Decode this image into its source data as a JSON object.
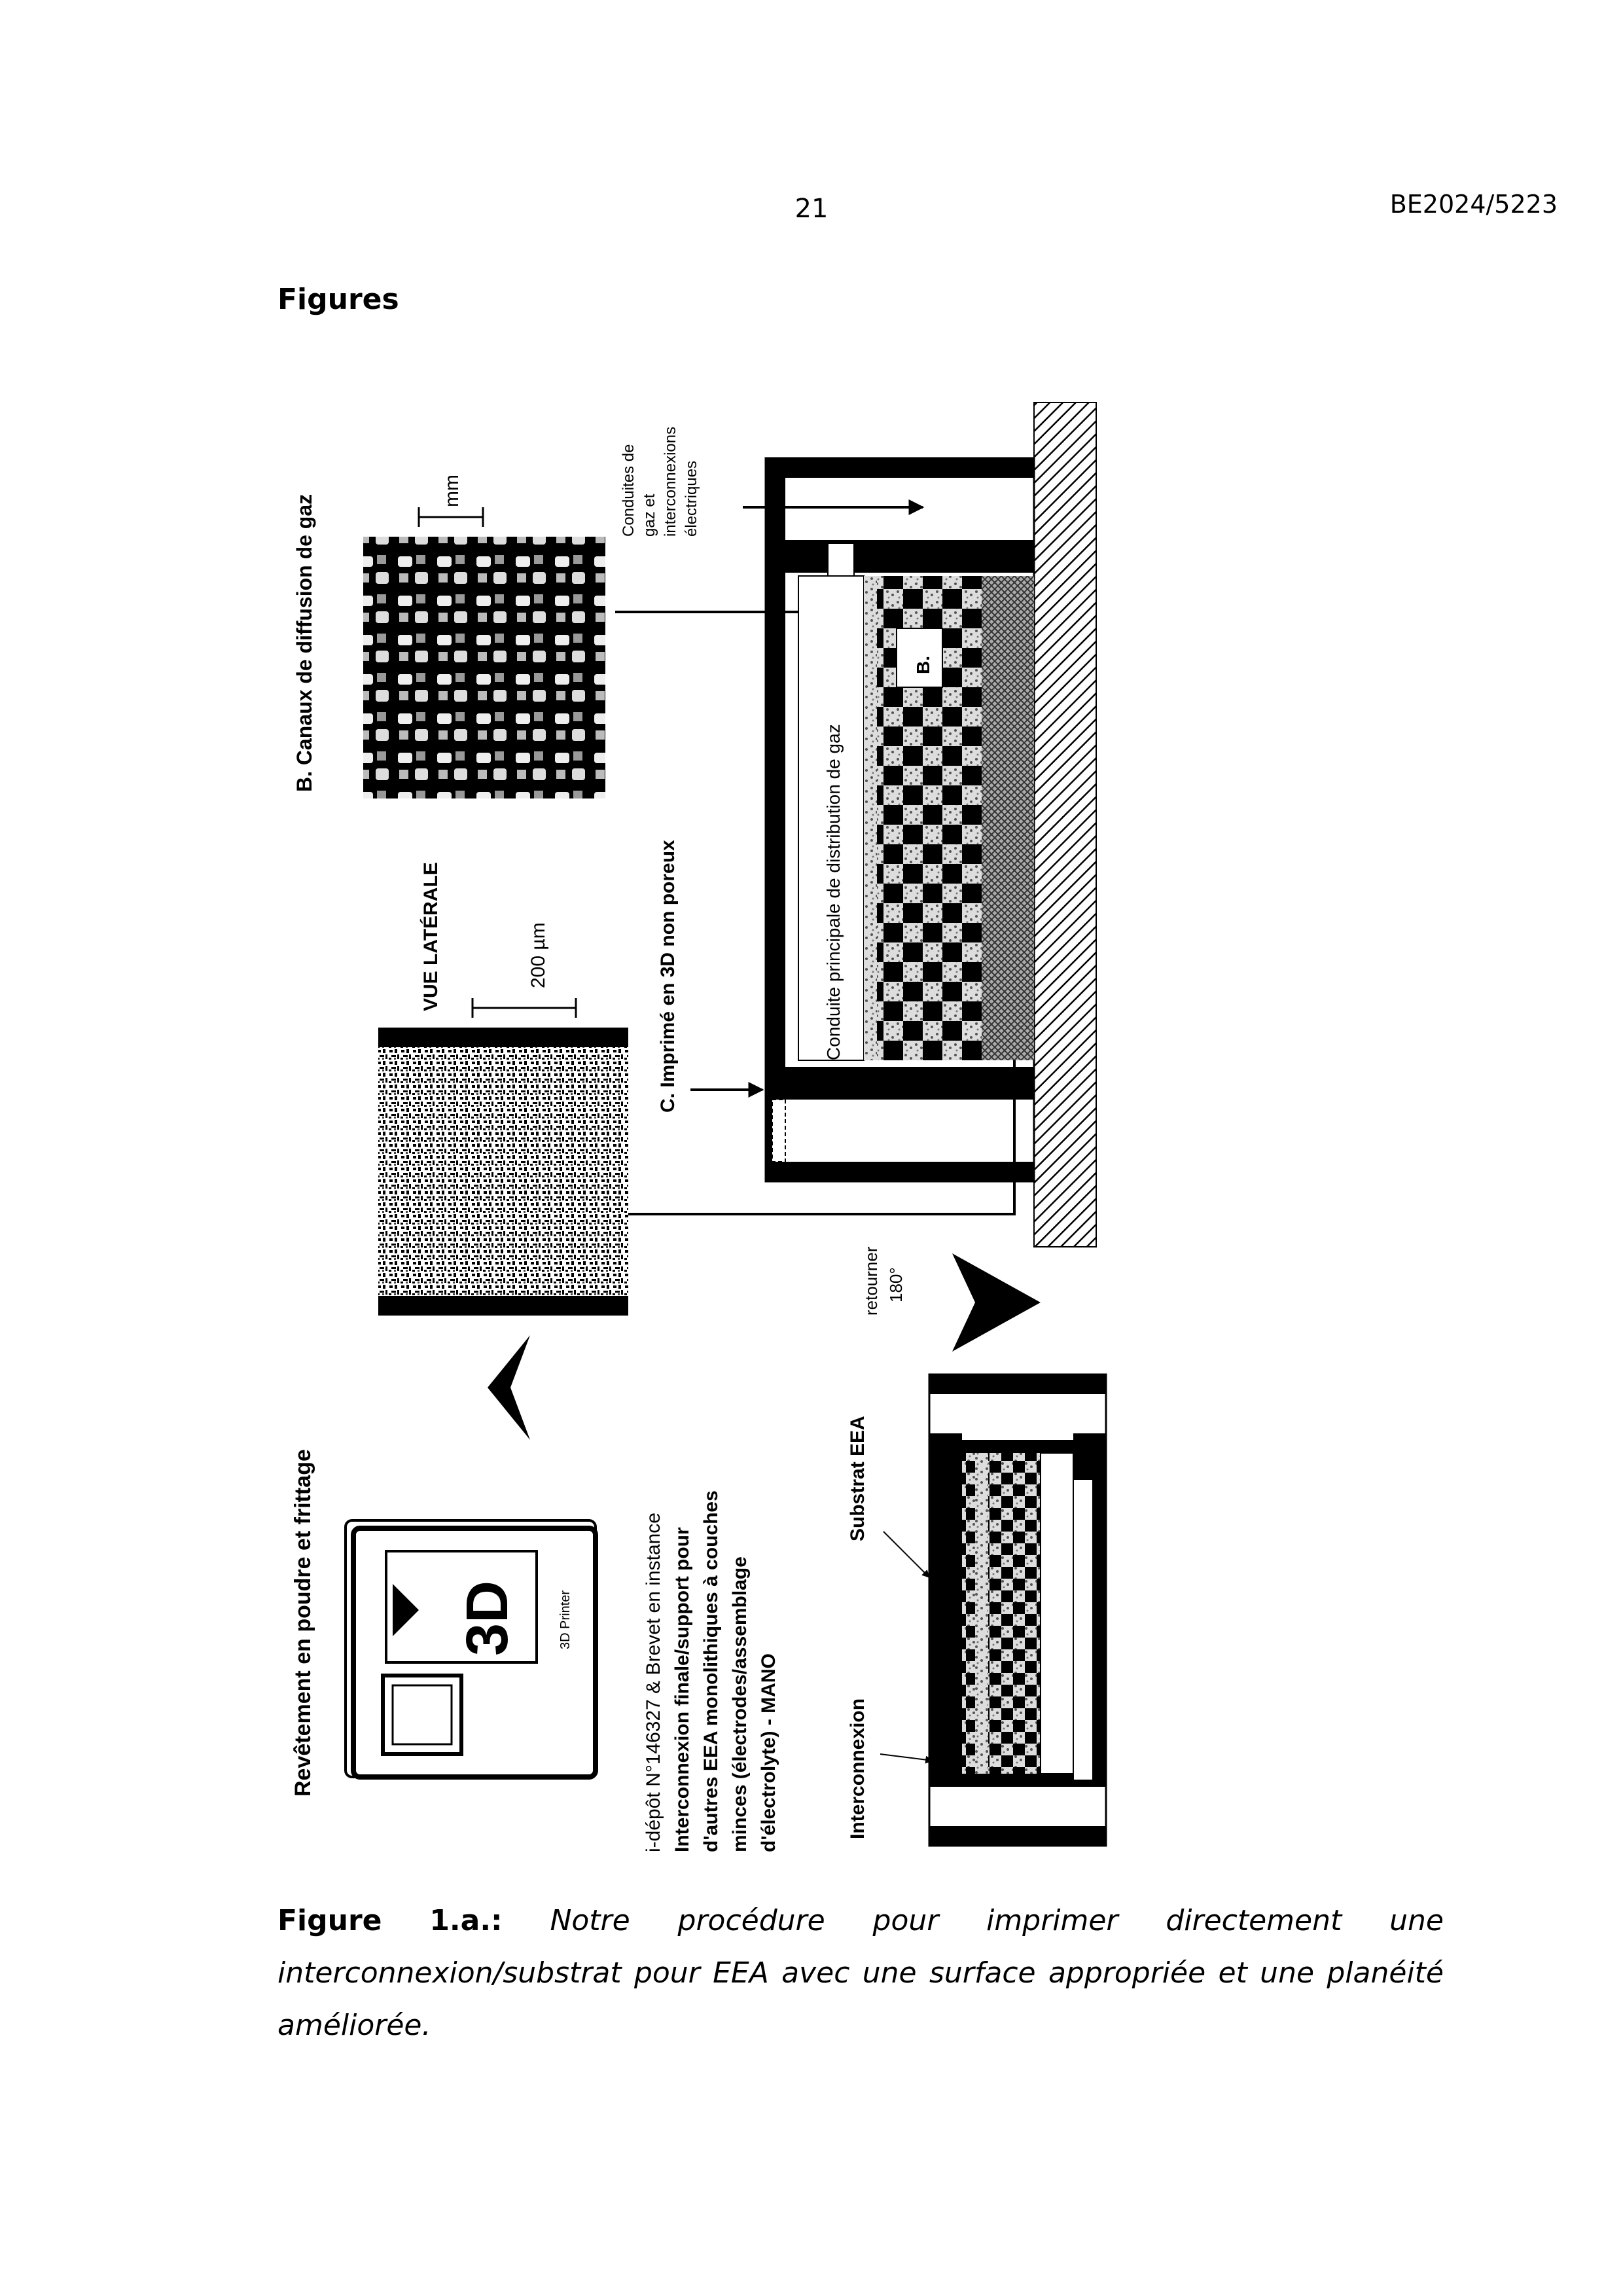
{
  "header": {
    "page_number": "21",
    "document_id": "BE2024/5223"
  },
  "section_title": "Figures",
  "figure": {
    "labels": {
      "canaux": "B. Canaux de diffusion de gaz",
      "mm": "mm",
      "conduites": [
        "Conduites de",
        "gaz et",
        "interconnexions",
        "électriques"
      ],
      "vue_laterale": "VUE LATÉRALE",
      "um": "200 µm",
      "imprime": "C. Imprimé en 3D non poreux",
      "conduite_principale": "Conduite principale de distribution de gaz",
      "b_label": "B.",
      "revetement": "Revêtement en poudre et frittage",
      "printer_3d": "3D",
      "printer_caption": "3D Printer",
      "retourner": [
        "retourner",
        "180°"
      ],
      "brevet": [
        "i-dépôt N°146327 & Brevet en instance",
        "Interconnexion finale/support pour",
        "d'autres EEA monolithiques à couches",
        "minces (électrodes/assemblage",
        "d'électrolyte) - MANO"
      ],
      "substrat": "Substrat EEA",
      "interconnexion": "Interconnexion"
    }
  },
  "caption": {
    "lead": "Figure",
    "number": "1.a.:",
    "words1": [
      "Notre",
      "procédure",
      "pour",
      "imprimer",
      "directement",
      "une"
    ],
    "line2": "interconnexion/substrat pour EEA avec une surface appropriée et une planéité",
    "line3": "améliorée."
  }
}
